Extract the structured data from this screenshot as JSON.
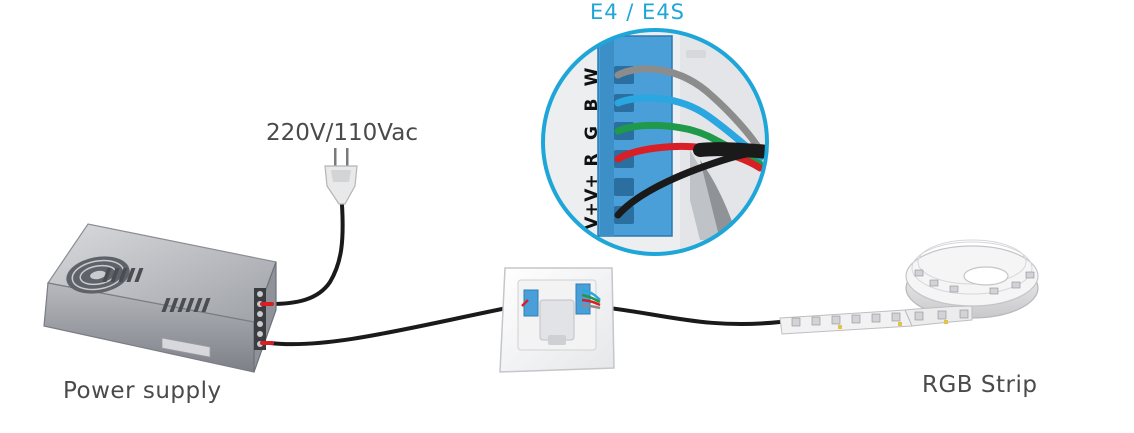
{
  "diagram": {
    "model_label": "E4 / E4S",
    "voltage_label": "220V/110Vac",
    "power_supply_label": "Power supply",
    "strip_label": "RGB Strip",
    "terminals": [
      "W",
      "B",
      "G",
      "R",
      "V+",
      "V+"
    ]
  },
  "colors": {
    "accent": "#1fa6d8",
    "terminal_block": "#4a9fd8",
    "wire_white": "#8c8c8c",
    "wire_blue": "#2aa6e0",
    "wire_green": "#1e9a4a",
    "wire_red": "#d81f26",
    "wire_black": "#1a1a1a"
  }
}
